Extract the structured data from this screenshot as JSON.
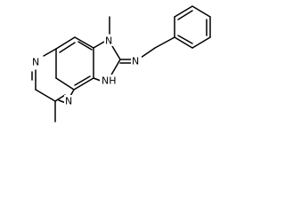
{
  "molecule": {
    "atoms": {
      "n_methylamino": "N",
      "nh_imidazole": "NH",
      "n_imine": "N",
      "n_pyrazine_top": "N",
      "n_pyrazine_bottom": "N"
    }
  }
}
